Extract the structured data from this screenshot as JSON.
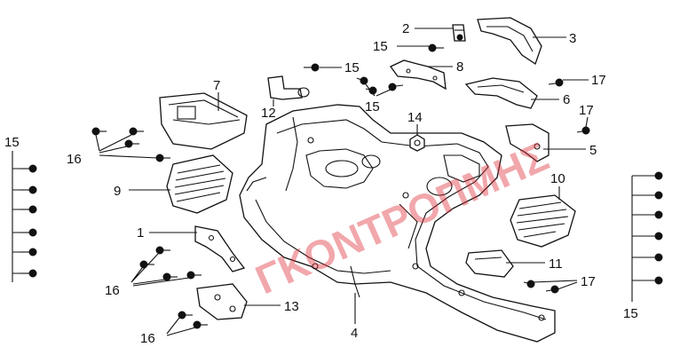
{
  "watermark": "ΓΚΟΝΤΡΟΠΜΗΣ",
  "callouts": {
    "c1": "1",
    "c2": "2",
    "c3": "3",
    "c4": "4",
    "c5": "5",
    "c6": "6",
    "c7": "7",
    "c8": "8",
    "c9": "9",
    "c10": "10",
    "c11": "11",
    "c12": "12",
    "c13": "13",
    "c14": "14",
    "c15_left": "15",
    "c15_top": "15",
    "c15_mid": "15",
    "c15_right": "15",
    "c16_a": "16",
    "c16_b": "16",
    "c16_c": "16",
    "c17_a": "17",
    "c17_b": "17",
    "c17_c": "17"
  },
  "colors": {
    "line": "#111111",
    "watermark": "#e0303a"
  }
}
